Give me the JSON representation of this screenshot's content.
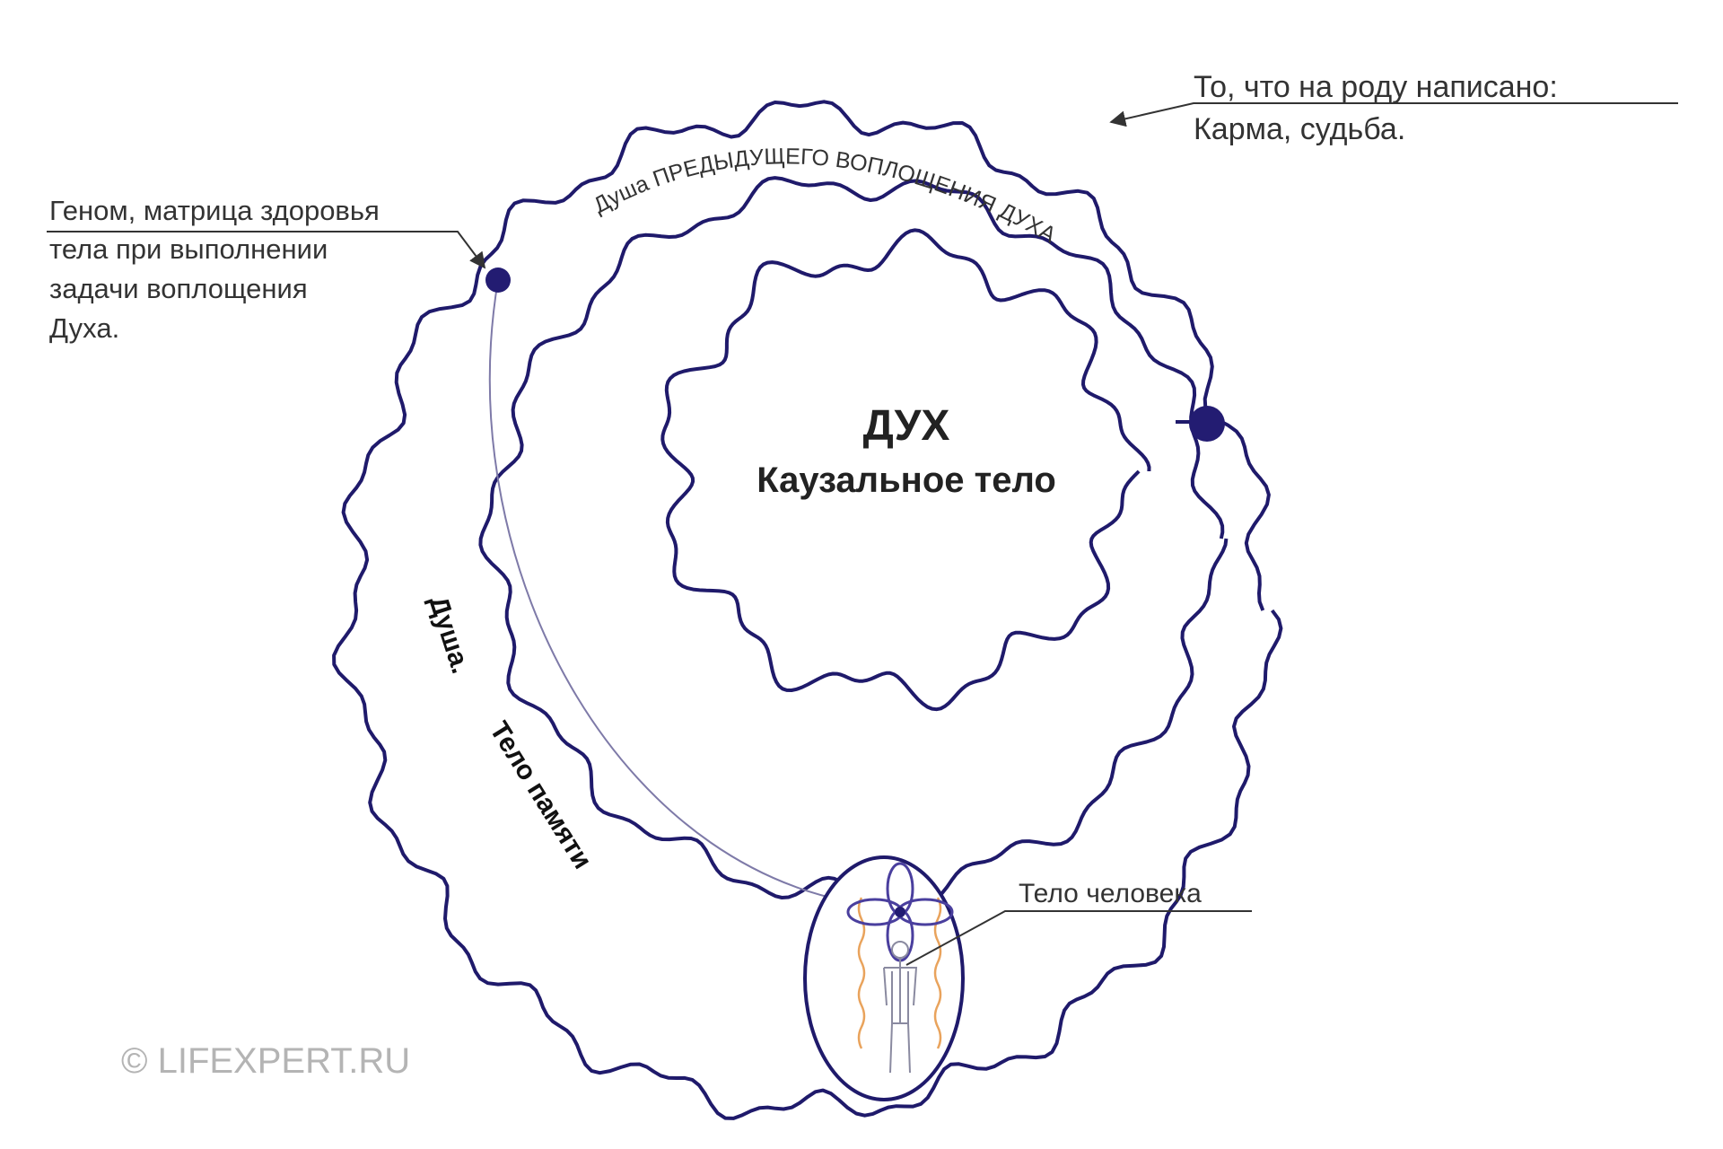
{
  "colors": {
    "line": "#1f1a6b",
    "node": "#231c72",
    "text": "#333333",
    "aura": "#e9a35c",
    "copyright": "#b4b4b4"
  },
  "center": {
    "line1": "ДУХ",
    "line2": "Каузальное тело"
  },
  "curve_label": "Душа ПРЕДЫДУЩЕГО ВОПЛОЩЕНИЯ ДУХА",
  "soul_label": {
    "part1": "Душа.",
    "part2": "Тело памяти"
  },
  "annotations": {
    "karma": {
      "line1": "То, что на роду написано:",
      "line2": "Карма, судьба."
    },
    "genome": {
      "line1": "Геном, матрица здоровья",
      "line2": "тела при выполнении",
      "line3": "задачи воплощения",
      "line4": "Духа."
    },
    "human": {
      "text": "Тело человека"
    }
  },
  "copyright": "© LIFEXPERT.RU",
  "icons": [
    "human-figure-icon",
    "flower-petals-icon",
    "arrow-icon"
  ]
}
